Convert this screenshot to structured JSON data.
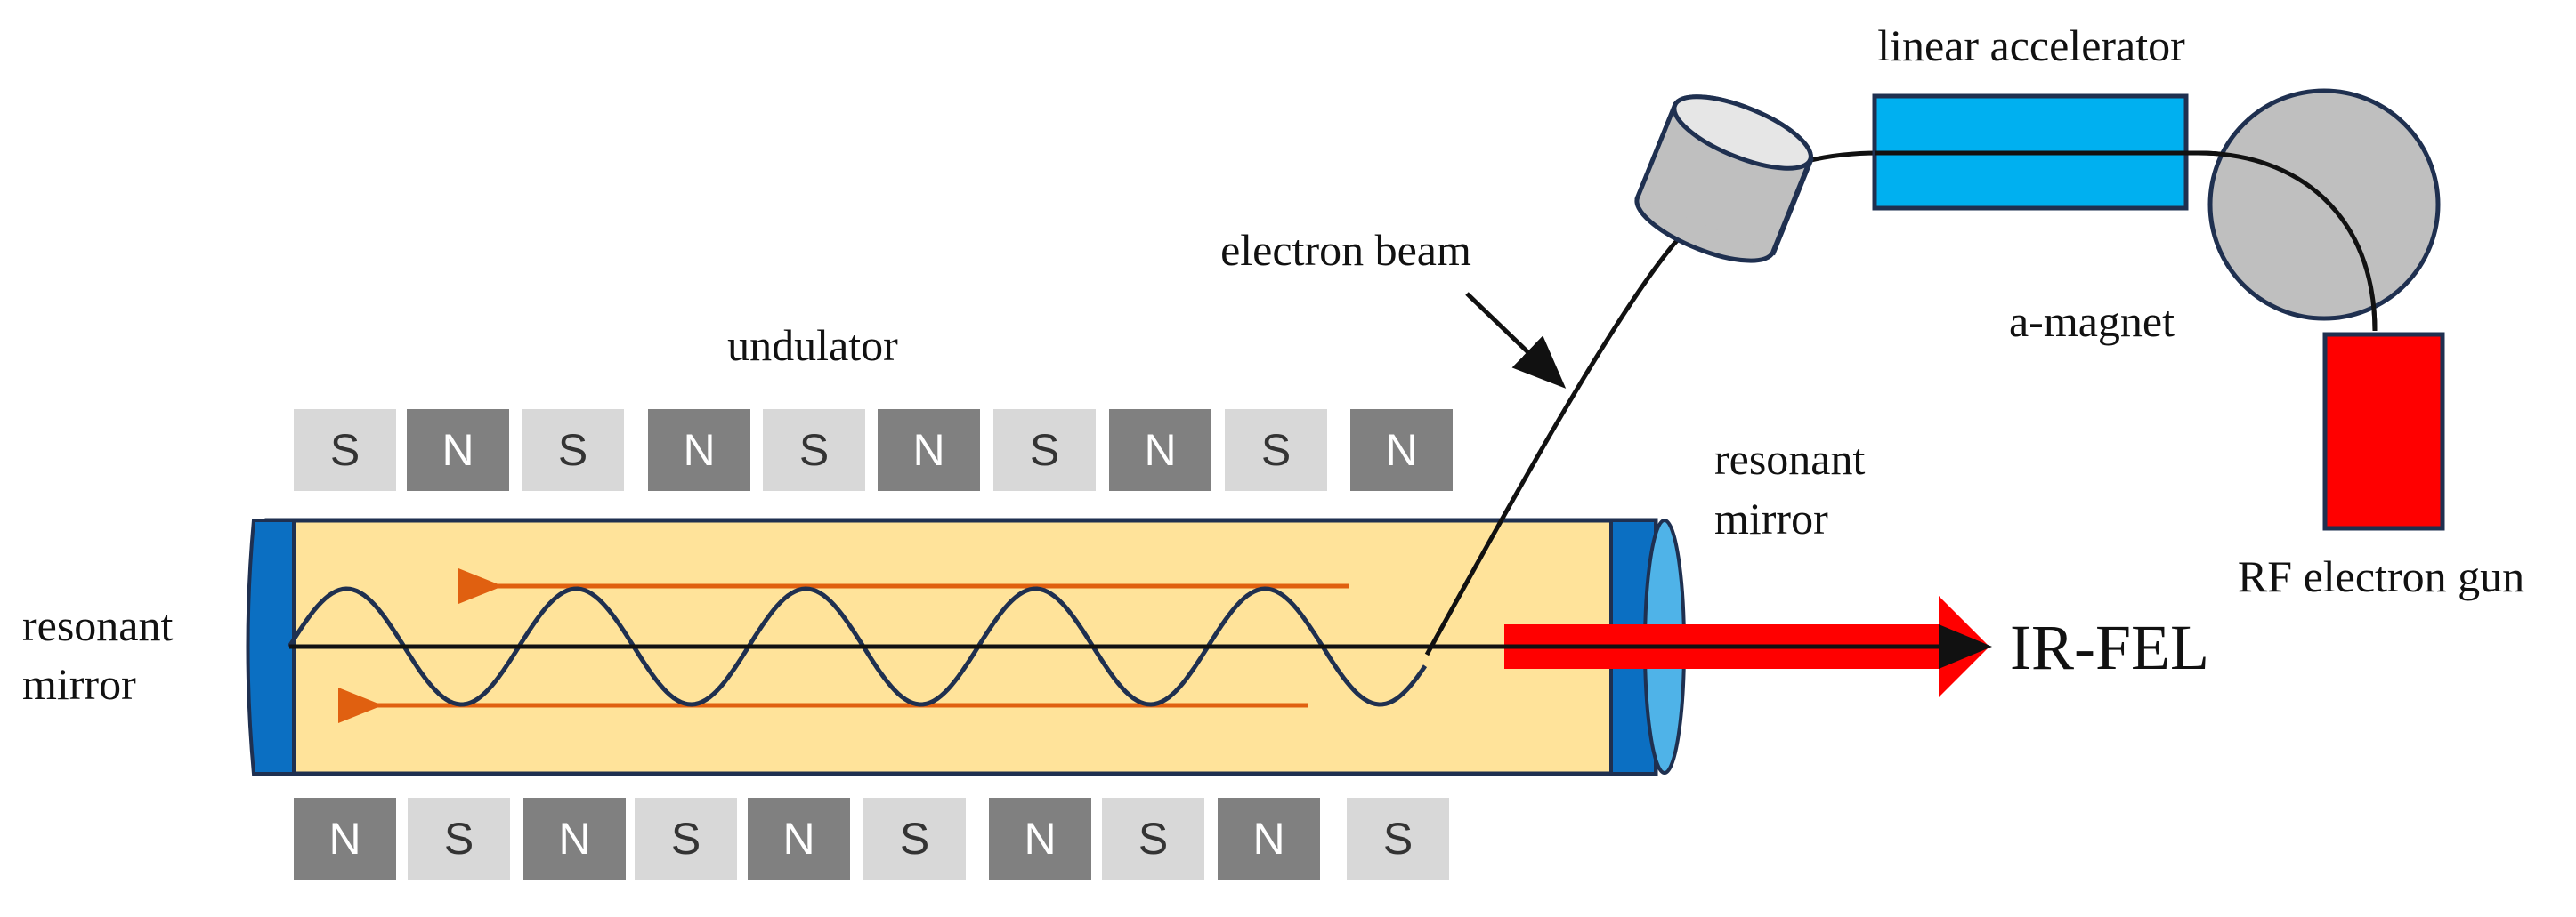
{
  "labels": {
    "linear_accelerator": "linear accelerator",
    "electron_beam": "electron beam",
    "a_magnet": "a-magnet",
    "undulator": "undulator",
    "resonant_mirror_left_line1": "resonant",
    "resonant_mirror_left_line2": "mirror",
    "resonant_mirror_right_line1": "resonant",
    "resonant_mirror_right_line2": "mirror",
    "rf_electron_gun": "RF electron gun",
    "ir_fel": "IR-FEL"
  },
  "undulator": {
    "top_row": [
      "S",
      "N",
      "S",
      "N",
      "S",
      "N",
      "S",
      "N",
      "S",
      "N"
    ],
    "bottom_row": [
      "N",
      "S",
      "N",
      "S",
      "N",
      "S",
      "N",
      "S",
      "N",
      "S"
    ]
  },
  "colors": {
    "pole_S": "#d8d8d8",
    "pole_N": "#808080",
    "cavity_fill": "#ffe39a",
    "mirror": "#0b6fc2",
    "accelerator": "#00b0f0",
    "rf_gun": "#ff0000",
    "magnet": "#bfbfbf",
    "laser_arrow": "#ff0000",
    "photon_arrows": "#e06010",
    "outline": "#1f3050"
  }
}
